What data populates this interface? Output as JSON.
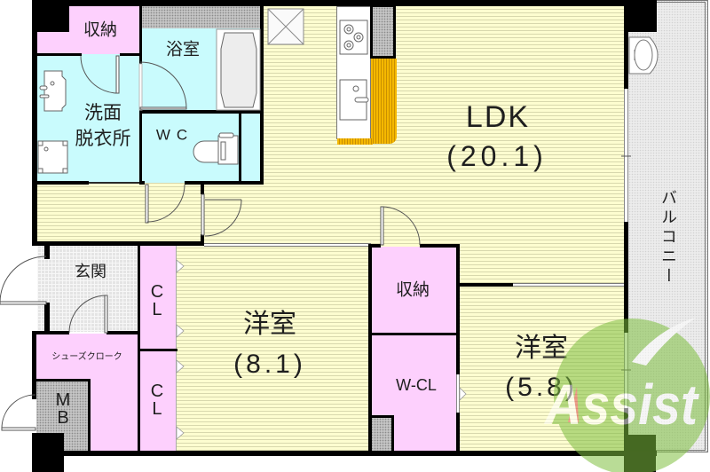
{
  "floor_plan": {
    "rooms": {
      "ldk": {
        "name": "LDK",
        "size": "(20.1)"
      },
      "western_room_large": {
        "name": "洋室",
        "size": "(8.1)"
      },
      "western_room_small": {
        "name": "洋室",
        "size": "(5.8)"
      },
      "storage_top": {
        "name": "収納"
      },
      "storage_middle": {
        "name": "収納"
      },
      "bathroom": {
        "name": "浴室"
      },
      "washroom": {
        "line1": "洗面",
        "line2": "脱衣所"
      },
      "toilet": {
        "name": "WC"
      },
      "entrance": {
        "name": "玄関"
      },
      "shoe_closet": {
        "name": "シューズクローク"
      },
      "meter_box": {
        "line1": "M",
        "line2": "B"
      },
      "closet_upper": {
        "line1": "C",
        "line2": "L"
      },
      "closet_lower": {
        "line1": "C",
        "line2": "L"
      },
      "walk_in_closet": {
        "name": "W-CL"
      },
      "balcony": {
        "name": "バルコニー"
      }
    },
    "colors": {
      "living_floor": "#fdfdd0",
      "wet_area": "#c9fbfd",
      "storage": "#fdd0fd",
      "entrance_tile": "#e4e4e4",
      "balcony": "#ececec",
      "kitchen_counter": "#f2b400",
      "wall": "#000000"
    },
    "icons": [
      "bathtub-icon",
      "washbasin-icon",
      "washing-machine-pan-icon",
      "toilet-icon",
      "stove-icon",
      "kitchen-sink-icon",
      "refrigerator-space-icon",
      "balcony-sink-icon",
      "door-swing-icon",
      "sliding-door-marker-icon"
    ]
  },
  "watermark": {
    "text": "Assist",
    "color": "#7fbf3f",
    "accent": "#e05050"
  }
}
